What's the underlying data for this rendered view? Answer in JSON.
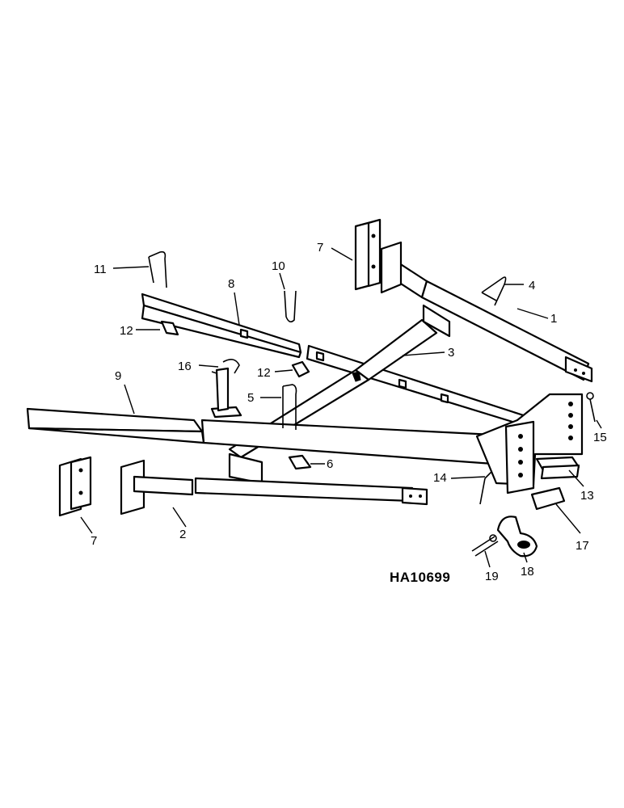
{
  "callouts": {
    "c1": "1",
    "c2": "2",
    "c3": "3",
    "c4": "4",
    "c5": "5",
    "c6": "6",
    "c7a": "7",
    "c7b": "7",
    "c8": "8",
    "c9": "9",
    "c10": "10",
    "c11": "11",
    "c12a": "12",
    "c12b": "12",
    "c13": "13",
    "c14": "14",
    "c15": "15",
    "c16": "16",
    "c17": "17",
    "c18": "18",
    "c19": "19"
  },
  "reference_code": "HA10699"
}
